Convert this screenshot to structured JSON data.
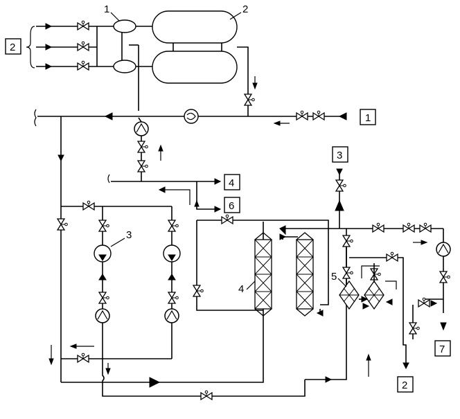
{
  "diagram": {
    "labels": {
      "tank_callout_1": "1",
      "tank_callout_2": "2",
      "pump_callout_3": "3",
      "column_callout_4": "4",
      "exchanger_callout_5": "5"
    },
    "boxes": {
      "inlet_group_2": "2",
      "feed_1": "1",
      "feed_3": "3",
      "outlet_4": "4",
      "outlet_6": "6",
      "outlet_2": "2",
      "outlet_7": "7"
    }
  }
}
